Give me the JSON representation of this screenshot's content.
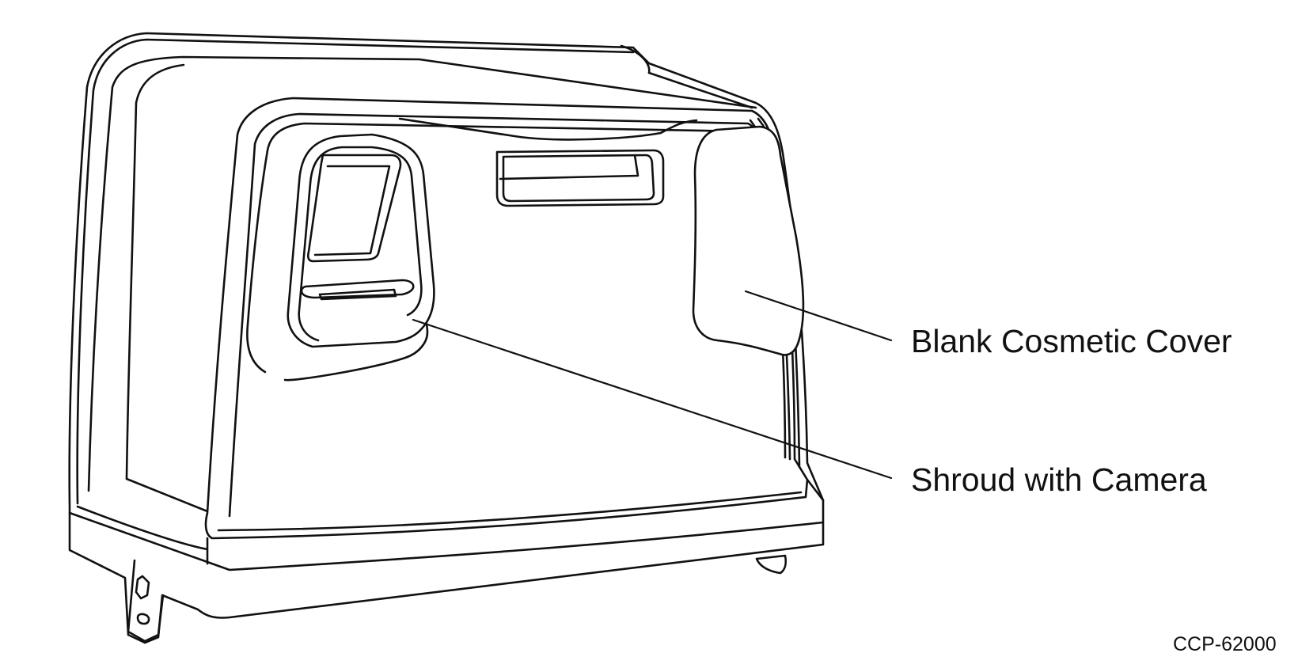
{
  "callouts": [
    {
      "label": "Blank Cosmetic Cover"
    },
    {
      "label": "Shroud with Camera"
    }
  ],
  "figure_id": "CCP-62000",
  "colors": {
    "line": "#111111",
    "background": "#ffffff"
  }
}
